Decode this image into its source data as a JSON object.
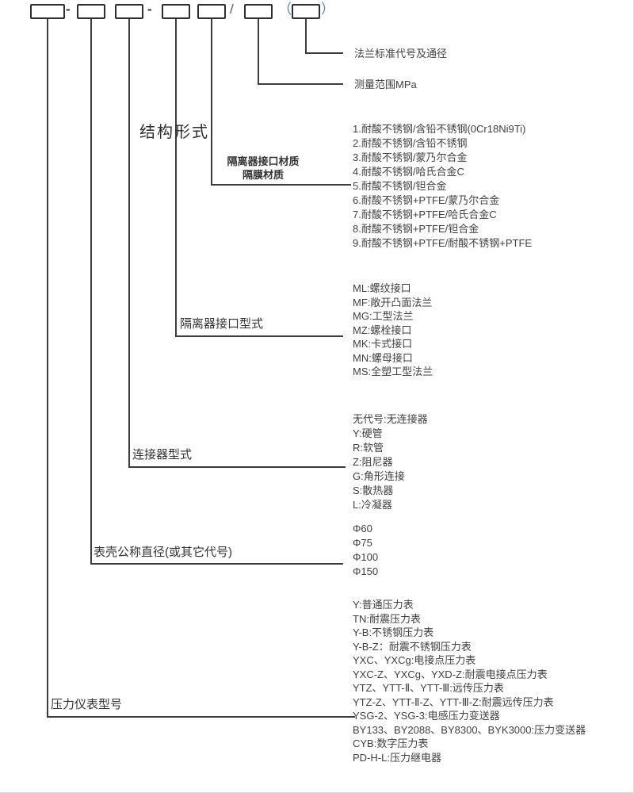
{
  "colors": {
    "line": "#3c3c3c",
    "box_border": "#2e2e2e",
    "text": "#3f3f3f",
    "blue_parenthesis": "#4a84c4"
  },
  "code_row": {
    "separators": {
      "dash1": "-",
      "dash2": "-",
      "slash": "/",
      "open_paren": "（",
      "close_paren": "）"
    }
  },
  "callouts": {
    "flange": {
      "label": "法兰标准代号及通径"
    },
    "measuring_range": {
      "label": "测量范围MPa"
    },
    "structure_form": {
      "title": "结构形式",
      "material_label_line1": "隔离器接口材质",
      "material_label_line2": "隔膜材质",
      "options": [
        "1.耐酸不锈钢/含铅不锈钢(0Cr18Ni9Ti)",
        "2.耐酸不锈钢/含铅不锈钢",
        "3.耐酸不锈钢/蒙乃尔合金",
        "4.耐酸不锈钢/哈氏合金C",
        "5.耐酸不锈钢/钽合金",
        "6.耐酸不锈钢+PTFE/蒙乃尔合金",
        "7.耐酸不锈钢+PTFE/哈氏合金C",
        "8.耐酸不锈钢+PTFE/钽合金",
        "9.耐酸不锈钢+PTFE/耐酸不锈钢+PTFE"
      ]
    },
    "isolator_port_type": {
      "label": "隔离器接口型式",
      "options": [
        "ML:螺纹接口",
        "MF:敞开凸面法兰",
        "MG:工型法兰",
        "MZ:螺栓接口",
        "MK:卡式接口",
        "MN:螺母接口",
        "MS:全塑工型法兰"
      ]
    },
    "connector_type": {
      "label": "连接器型式",
      "options": [
        "无代号:无连接器",
        "Y:硬管",
        "R:软管",
        "Z:阻尼器",
        "G:角形连接",
        "S:散热器",
        "L:冷凝器"
      ]
    },
    "case_diameter": {
      "label": "表壳公称直径(或其它代号)",
      "options": [
        "Φ60",
        "Φ75",
        "Φ100",
        "Φ150"
      ]
    },
    "instrument_model": {
      "label": "压力仪表型号",
      "options": [
        "Y:普通压力表",
        "TN:耐震压力表",
        "Y-B:不锈钢压力表",
        "Y-B-Z：耐震不锈钢压力表",
        "YXC、YXCg:电接点压力表",
        "YXC-Z、YXCg、YXD-Z:耐震电接点压力表",
        "YTZ、YTT-Ⅱ、YTT-Ⅲ:远传压力表",
        "YTZ-Z、YTT-Ⅱ-Z、YTT-Ⅲ-Z:耐震远传压力表",
        "YSG-2、YSG-3:电感压力变送器",
        "BY133、BY2088、BY8300、BYK3000:压力变送器",
        "CYB:数字压力表",
        "PD-H-L:压力继电器"
      ]
    }
  }
}
